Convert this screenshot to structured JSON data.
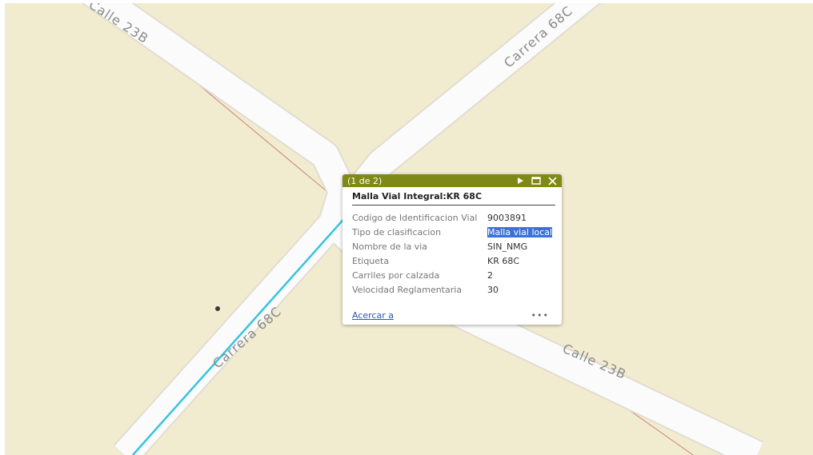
{
  "map": {
    "road_labels": [
      "Calle 23B",
      "Carrera 68C",
      "Carrera 68C",
      "Calle 23B"
    ],
    "colors": {
      "background": "#f1ebd0",
      "road": "#fbfbfb",
      "road_casing": "#e2ddd0",
      "selected_road": "#35c4e0",
      "parcel_line": "#c9857c"
    }
  },
  "popup": {
    "count": "(1 de 2)",
    "title": "Malla Vial Integral:KR 68C",
    "icons": [
      "next-icon",
      "maximize-icon",
      "close-icon"
    ],
    "header_color": "#7e8a15",
    "fields": [
      {
        "label": "Codigo de Identificacion Vial",
        "value": "9003891"
      },
      {
        "label": "Tipo de clasificacion",
        "value": "Malla vial local"
      },
      {
        "label": "Nombre de la via",
        "value": "SIN_NMG"
      },
      {
        "label": "Etiqueta",
        "value": "KR 68C"
      },
      {
        "label": "Carriles por calzada",
        "value": "2"
      },
      {
        "label": "Velocidad Reglamentaria",
        "value": "30"
      }
    ],
    "zoom_link": "Acercar a",
    "more": "•••"
  }
}
